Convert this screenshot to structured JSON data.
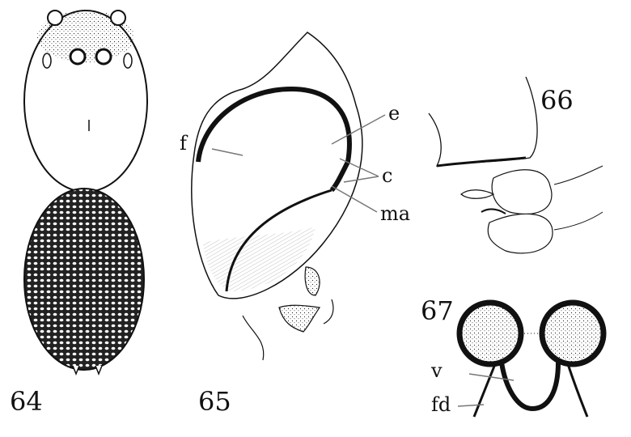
{
  "figures": [
    {
      "number": "64"
    },
    {
      "number": "65",
      "labels": [
        "f",
        "e",
        "c",
        "ma"
      ]
    },
    {
      "number": "66"
    },
    {
      "number": "67",
      "labels": [
        "v",
        "fd"
      ]
    }
  ],
  "colors": {
    "ink": "#111111",
    "paper": "#ffffff"
  }
}
